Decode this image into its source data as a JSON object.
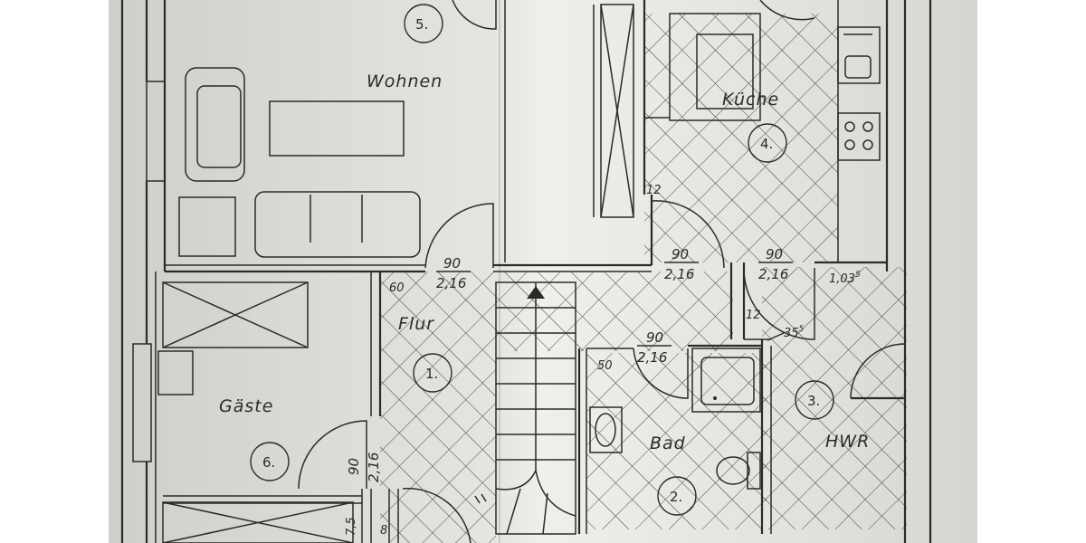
{
  "rooms": {
    "wohnen": {
      "name": "Wohnen",
      "number": "5."
    },
    "kueche": {
      "name": "Küche",
      "number": "4."
    },
    "flur": {
      "name": "Flur",
      "number": "1."
    },
    "gaeste": {
      "name": "Gäste",
      "number": "6."
    },
    "bad": {
      "name": "Bad",
      "number": "2."
    },
    "hwr": {
      "name": "HWR",
      "number": "3."
    }
  },
  "dimensions": {
    "door_wohnen": {
      "width": "90",
      "height": "2,16"
    },
    "door_kueche": {
      "width": "90",
      "height": "2,16"
    },
    "door_hwr": {
      "width": "90",
      "height": "2,16"
    },
    "door_bad": {
      "width": "90",
      "height": "2,16"
    },
    "door_gaeste": {
      "width": "90",
      "height": "2,16"
    },
    "wall_60": "60",
    "wall_12_top": "12",
    "wall_12_mid": "12",
    "wall_50": "50",
    "dim_103": "1,03",
    "dim_103_sup": "5",
    "dim_35": "35",
    "dim_35_sup": "5",
    "dim_75": "7,5",
    "dim_8": "8"
  },
  "colors": {
    "paper_left": "#d4d4cf",
    "paper_mid": "#eceae5",
    "paper_right": "#dcdbd6",
    "ink": "#2a2a2a"
  }
}
